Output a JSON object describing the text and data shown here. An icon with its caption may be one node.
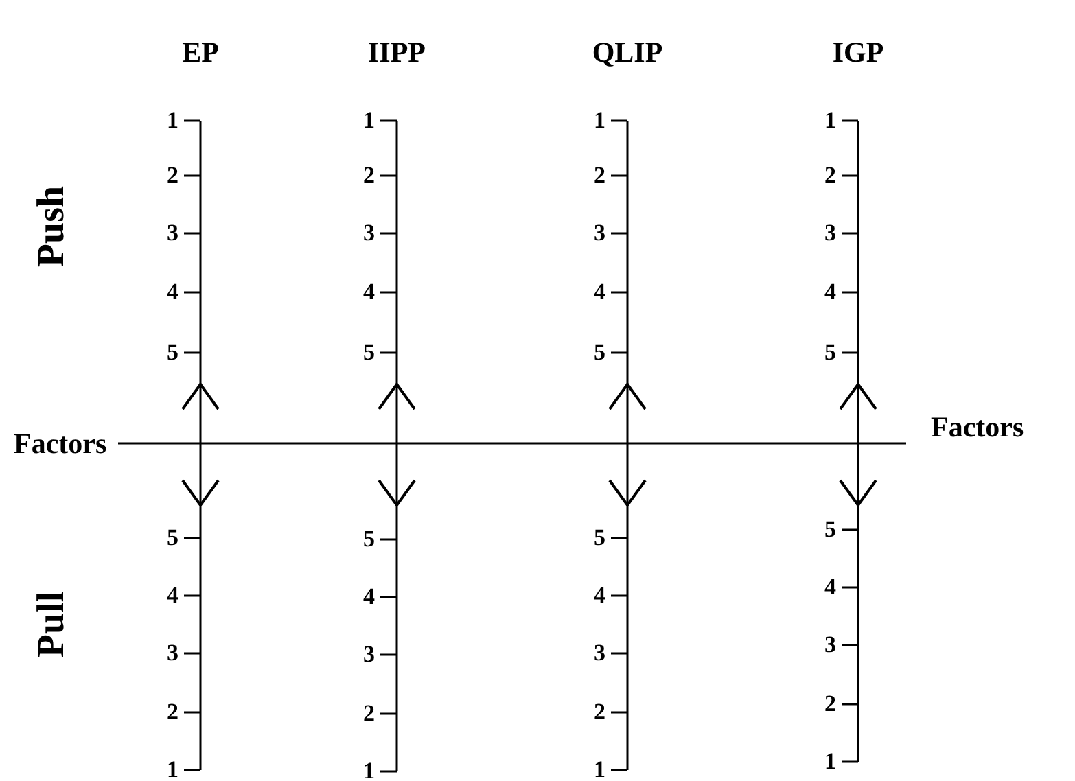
{
  "diagram": {
    "nodes": [
      {
        "text": [
          "Factors"
        ]
      },
      {
        "text": [
          "Factors"
        ]
      }
    ],
    "edges": [
      {
        "from": 0,
        "to": 1,
        "arrow": "none"
      }
    ],
    "labels": [
      "EP",
      "IIPP",
      "QLIP",
      "IGP",
      "Push",
      "1",
      "1",
      "1",
      "1",
      "2",
      "2",
      "2",
      "2",
      "3",
      "3",
      "3",
      "3",
      "4",
      "4",
      "4",
      "4",
      "5",
      "5",
      "5",
      "5",
      "Pull",
      "5",
      "5",
      "5",
      "5",
      "4",
      "4",
      "4",
      "4",
      "3",
      "3",
      "3",
      "3",
      "2",
      "2",
      "2",
      "2",
      "1",
      "1",
      "1",
      "1"
    ]
  }
}
